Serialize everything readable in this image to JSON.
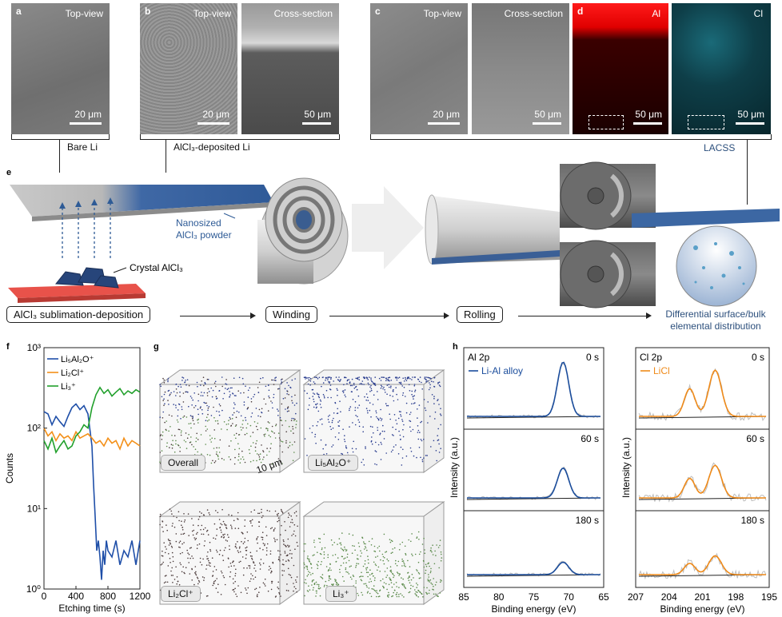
{
  "panels": {
    "a": {
      "letter": "a",
      "title": "Top-view",
      "scale": "20 μm",
      "caption": "Bare Li"
    },
    "b": {
      "letter": "b",
      "title1": "Top-view",
      "title2": "Cross-section",
      "scale1": "20 μm",
      "scale2": "50 μm",
      "caption": "AlCl₃-deposited Li"
    },
    "c": {
      "letter": "c",
      "title1": "Top-view",
      "title2": "Cross-section",
      "scale1": "20 μm",
      "scale2": "50 μm"
    },
    "d": {
      "letter": "d",
      "title1": "Al",
      "title2": "Cl",
      "scale1": "50 μm",
      "scale2": "50 μm",
      "caption": "LACSS"
    },
    "e": {
      "letter": "e",
      "nanosized_line1": "Nanosized",
      "nanosized_line2": "AlCl₃ powder",
      "crystal": "Crystal AlCl₃",
      "steps": [
        "AlCl₃ sublimation-deposition",
        "Winding",
        "Rolling"
      ],
      "result_line1": "Differential surface/bulk",
      "result_line2": "elemental distribution"
    },
    "f": {
      "letter": "f"
    },
    "g": {
      "letter": "g",
      "labels": [
        "Overall",
        "Li₅Al₂O⁺",
        "Li₂Cl⁺",
        "Li₃⁺"
      ],
      "scale": "10 μm"
    },
    "h": {
      "letter": "h",
      "al_title": "Al 2p",
      "cl_title": "Cl 2p",
      "al_legend": "Li-Al alloy",
      "cl_legend": "LiCl",
      "times": [
        "0 s",
        "60 s",
        "180 s"
      ],
      "ylabel": "Intensity (a.u.)",
      "xlabel": "Binding energy (eV)",
      "al_ticks": [
        "85",
        "80",
        "75",
        "70",
        "65"
      ],
      "cl_ticks": [
        "207",
        "204",
        "201",
        "198",
        "195"
      ]
    }
  },
  "colors": {
    "li5al2o": "#1f4fa8",
    "li2cl": "#f39019",
    "li3": "#21a02c",
    "al_map": "#e00000",
    "cl_map": "#1cc6d8",
    "xps_al": "#1b4d9c",
    "xps_cl": "#ef8a19"
  },
  "chart_data": [
    {
      "type": "line",
      "title": "",
      "xlabel": "Etching time (s)",
      "ylabel": "Counts",
      "xlim": [
        0,
        1200
      ],
      "ylim": [
        1,
        1000
      ],
      "yscale": "log",
      "xticks": [
        "0",
        "400",
        "800",
        "1200"
      ],
      "yticks": [
        "10⁰",
        "10¹",
        "10²",
        "10³"
      ],
      "legend": "top-left",
      "series": [
        {
          "name": "Li₅Al₂O⁺",
          "color": "#1f4fa8",
          "x": [
            0,
            50,
            100,
            150,
            200,
            250,
            300,
            350,
            400,
            450,
            500,
            550,
            600,
            620,
            640,
            660,
            680,
            700,
            720,
            740,
            760,
            780,
            800,
            850,
            900,
            950,
            1000,
            1050,
            1100,
            1150,
            1200
          ],
          "y": [
            160,
            150,
            110,
            140,
            120,
            105,
            140,
            180,
            200,
            170,
            190,
            150,
            60,
            20,
            8,
            3,
            4,
            2.5,
            1.3,
            3,
            2,
            4,
            3,
            2.5,
            4,
            2,
            3,
            2.5,
            4,
            2,
            4
          ]
        },
        {
          "name": "Li₂Cl⁺",
          "color": "#f39019",
          "x": [
            0,
            50,
            100,
            150,
            200,
            250,
            300,
            350,
            400,
            450,
            500,
            550,
            600,
            650,
            700,
            750,
            800,
            850,
            900,
            950,
            1000,
            1050,
            1100,
            1150,
            1200
          ],
          "y": [
            100,
            80,
            90,
            70,
            85,
            75,
            80,
            70,
            90,
            75,
            80,
            85,
            75,
            65,
            70,
            60,
            75,
            65,
            70,
            55,
            75,
            60,
            70,
            65,
            60
          ]
        },
        {
          "name": "Li₃⁺",
          "color": "#21a02c",
          "x": [
            0,
            50,
            100,
            150,
            200,
            250,
            300,
            350,
            400,
            450,
            500,
            550,
            600,
            650,
            700,
            750,
            800,
            850,
            900,
            950,
            1000,
            1050,
            1100,
            1150,
            1200
          ],
          "y": [
            70,
            55,
            75,
            50,
            60,
            70,
            55,
            60,
            80,
            90,
            110,
            100,
            180,
            260,
            320,
            270,
            300,
            250,
            280,
            310,
            260,
            290,
            270,
            300,
            280
          ]
        }
      ]
    }
  ]
}
